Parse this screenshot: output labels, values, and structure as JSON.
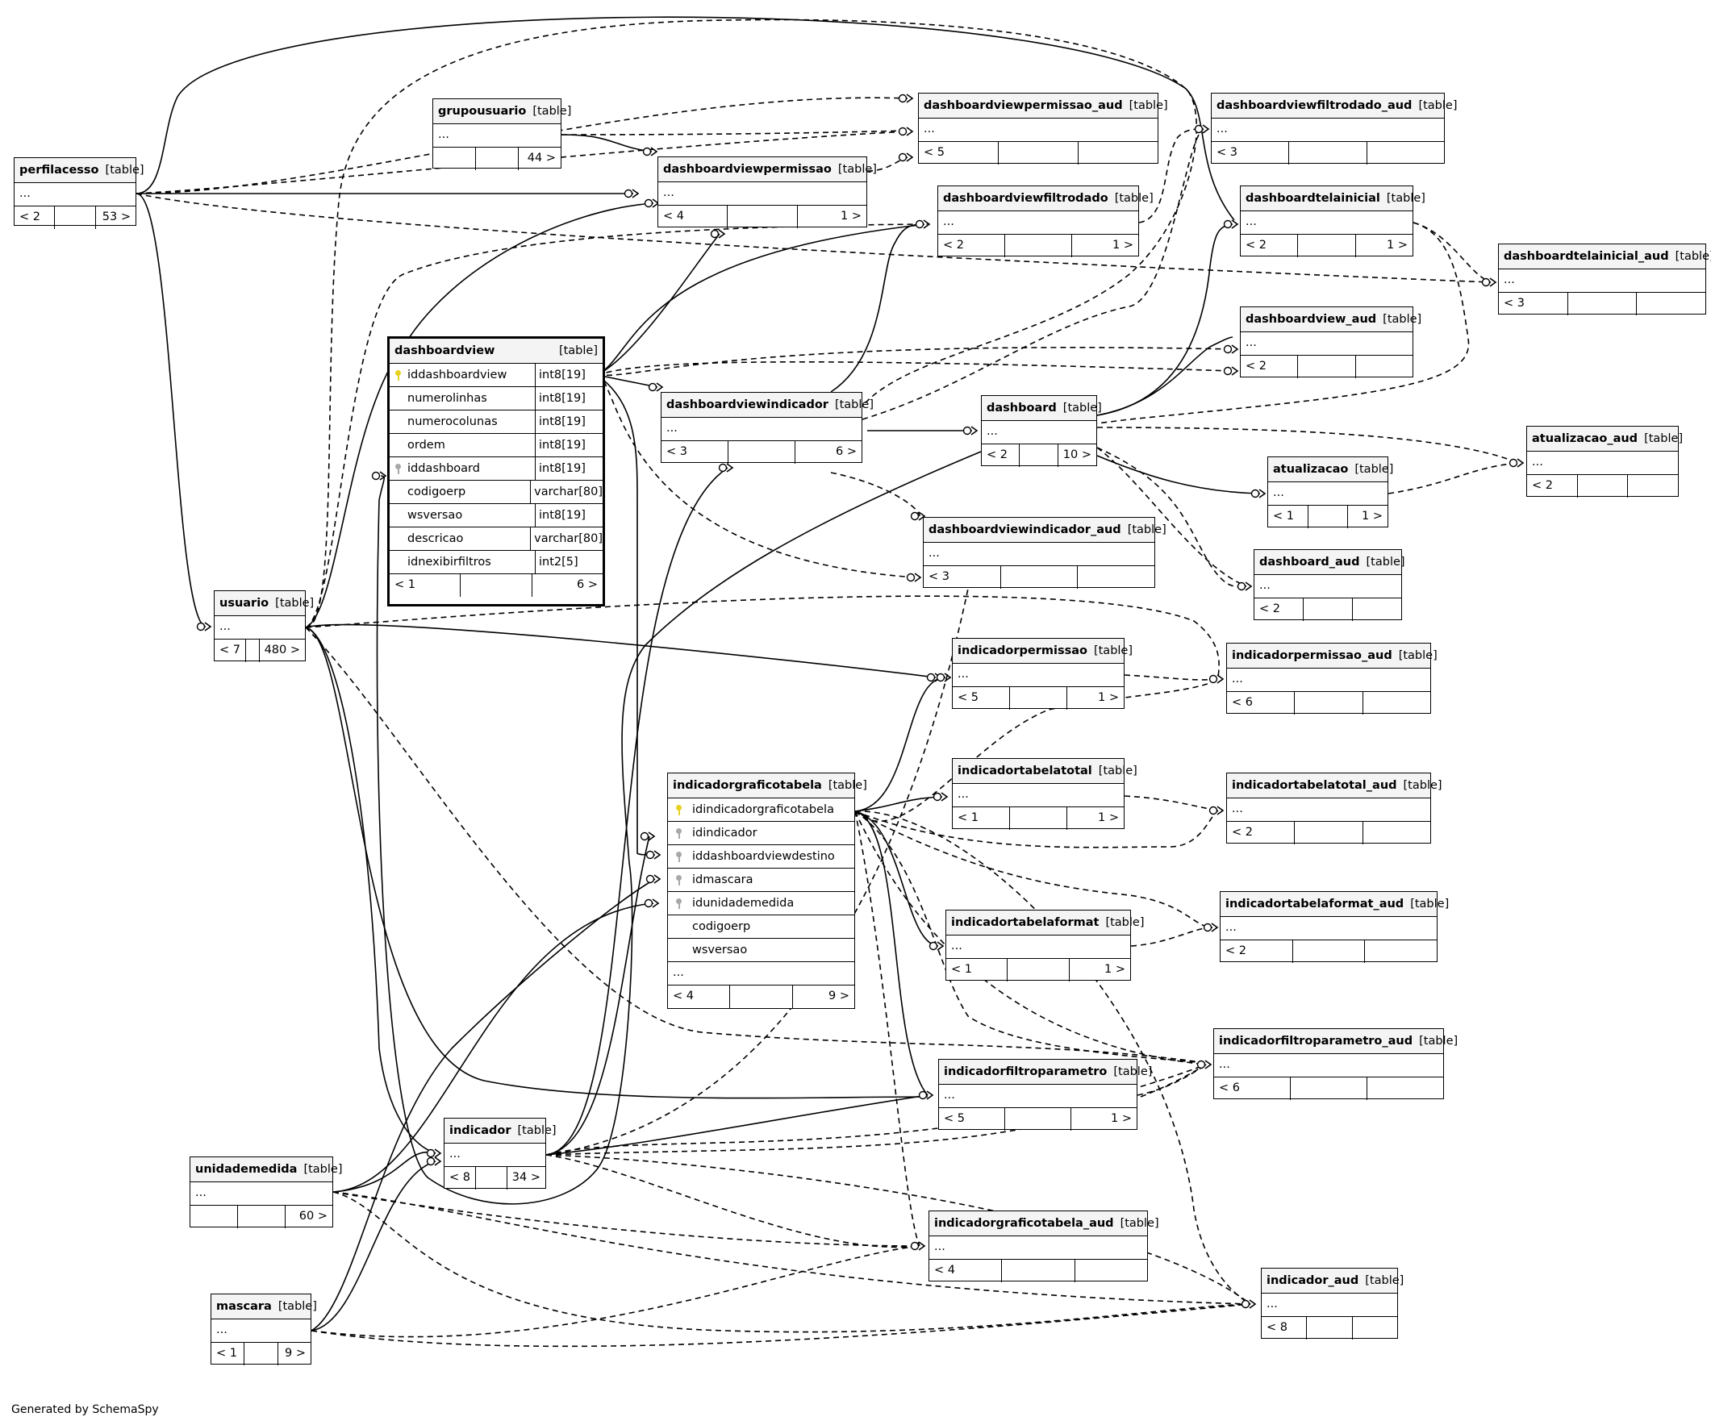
{
  "footer": "Generated by SchemaSpy",
  "tables": {
    "perfilacesso": {
      "name": "perfilacesso",
      "kind": "[table]",
      "ellipsis": "...",
      "footer": [
        "< 2",
        "",
        "53 >"
      ]
    },
    "grupousuario": {
      "name": "grupousuario",
      "kind": "[table]",
      "ellipsis": "...",
      "footer": [
        "",
        "",
        "44 >"
      ]
    },
    "dashboardviewpermissao": {
      "name": "dashboardviewpermissao",
      "kind": "[table]",
      "ellipsis": "...",
      "footer": [
        "< 4",
        "",
        "1 >"
      ]
    },
    "dashboardviewpermissao_aud": {
      "name": "dashboardviewpermissao_aud",
      "kind": "[table]",
      "ellipsis": "...",
      "footer": [
        "< 5",
        "",
        ""
      ]
    },
    "dashboardviewfiltrodado": {
      "name": "dashboardviewfiltrodado",
      "kind": "[table]",
      "ellipsis": "...",
      "footer": [
        "< 2",
        "",
        "1 >"
      ]
    },
    "dashboardviewfiltrodado_aud": {
      "name": "dashboardviewfiltrodado_aud",
      "kind": "[table]",
      "ellipsis": "...",
      "footer": [
        "< 3",
        "",
        ""
      ]
    },
    "dashboardtelainicial": {
      "name": "dashboardtelainicial",
      "kind": "[table]",
      "ellipsis": "...",
      "footer": [
        "< 2",
        "",
        "1 >"
      ]
    },
    "dashboardtelainicial_aud": {
      "name": "dashboardtelainicial_aud",
      "kind": "[table]",
      "ellipsis": "...",
      "footer": [
        "< 3",
        "",
        ""
      ]
    },
    "dashboardview_aud": {
      "name": "dashboardview_aud",
      "kind": "[table]",
      "ellipsis": "...",
      "footer": [
        "< 2",
        "",
        ""
      ]
    },
    "dashboardview": {
      "name": "dashboardview",
      "kind": "[table]",
      "columns": [
        {
          "name": "iddashboardview",
          "type": "int8[19]",
          "key": "pk"
        },
        {
          "name": "numerolinhas",
          "type": "int8[19]",
          "key": ""
        },
        {
          "name": "numerocolunas",
          "type": "int8[19]",
          "key": ""
        },
        {
          "name": "ordem",
          "type": "int8[19]",
          "key": ""
        },
        {
          "name": "iddashboard",
          "type": "int8[19]",
          "key": "fk"
        },
        {
          "name": "codigoerp",
          "type": "varchar[80]",
          "key": ""
        },
        {
          "name": "wsversao",
          "type": "int8[19]",
          "key": ""
        },
        {
          "name": "descricao",
          "type": "varchar[80]",
          "key": ""
        },
        {
          "name": "idnexibirfiltros",
          "type": "int2[5]",
          "key": ""
        }
      ],
      "footer": [
        "< 1",
        "",
        "6 >"
      ]
    },
    "dashboardviewindicador": {
      "name": "dashboardviewindicador",
      "kind": "[table]",
      "ellipsis": "...",
      "footer": [
        "< 3",
        "",
        "6 >"
      ]
    },
    "dashboard": {
      "name": "dashboard",
      "kind": "[table]",
      "ellipsis": "...",
      "footer": [
        "< 2",
        "",
        "10 >"
      ]
    },
    "atualizacao_aud": {
      "name": "atualizacao_aud",
      "kind": "[table]",
      "ellipsis": "...",
      "footer": [
        "< 2",
        "",
        ""
      ]
    },
    "atualizacao": {
      "name": "atualizacao",
      "kind": "[table]",
      "ellipsis": "...",
      "footer": [
        "< 1",
        "",
        "1 >"
      ]
    },
    "dashboardviewindicador_aud": {
      "name": "dashboardviewindicador_aud",
      "kind": "[table]",
      "ellipsis": "...",
      "footer": [
        "< 3",
        "",
        ""
      ]
    },
    "dashboard_aud": {
      "name": "dashboard_aud",
      "kind": "[table]",
      "ellipsis": "...",
      "footer": [
        "< 2",
        "",
        ""
      ]
    },
    "usuario": {
      "name": "usuario",
      "kind": "[table]",
      "ellipsis": "...",
      "footer": [
        "< 7",
        "",
        "480 >"
      ]
    },
    "indicadorpermissao": {
      "name": "indicadorpermissao",
      "kind": "[table]",
      "ellipsis": "...",
      "footer": [
        "< 5",
        "",
        "1 >"
      ]
    },
    "indicadorpermissao_aud": {
      "name": "indicadorpermissao_aud",
      "kind": "[table]",
      "ellipsis": "...",
      "footer": [
        "< 6",
        "",
        ""
      ]
    },
    "indicadortabelatotal": {
      "name": "indicadortabelatotal",
      "kind": "[table]",
      "ellipsis": "...",
      "footer": [
        "< 1",
        "",
        "1 >"
      ]
    },
    "indicadortabelatotal_aud": {
      "name": "indicadortabelatotal_aud",
      "kind": "[table]",
      "ellipsis": "...",
      "footer": [
        "< 2",
        "",
        ""
      ]
    },
    "indicadorgraficotabela": {
      "name": "indicadorgraficotabela",
      "kind": "[table]",
      "columns": [
        {
          "name": "idindicadorgraficotabela",
          "key": "pk"
        },
        {
          "name": "idindicador",
          "key": "fk"
        },
        {
          "name": "iddashboardviewdestino",
          "key": "fk"
        },
        {
          "name": "idmascara",
          "key": "fk"
        },
        {
          "name": "idunidademedida",
          "key": "fk"
        },
        {
          "name": "codigoerp",
          "key": ""
        },
        {
          "name": "wsversao",
          "key": ""
        }
      ],
      "ellipsis": "...",
      "footer": [
        "< 4",
        "",
        "9 >"
      ]
    },
    "indicadortabelaformat": {
      "name": "indicadortabelaformat",
      "kind": "[table]",
      "ellipsis": "...",
      "footer": [
        "< 1",
        "",
        "1 >"
      ]
    },
    "indicadortabelaformat_aud": {
      "name": "indicadortabelaformat_aud",
      "kind": "[table]",
      "ellipsis": "...",
      "footer": [
        "< 2",
        "",
        ""
      ]
    },
    "indicadorfiltroparametro_aud": {
      "name": "indicadorfiltroparametro_aud",
      "kind": "[table]",
      "ellipsis": "...",
      "footer": [
        "< 6",
        "",
        ""
      ]
    },
    "indicadorfiltroparametro": {
      "name": "indicadorfiltroparametro",
      "kind": "[table]",
      "ellipsis": "...",
      "footer": [
        "< 5",
        "",
        "1 >"
      ]
    },
    "indicador": {
      "name": "indicador",
      "kind": "[table]",
      "ellipsis": "...",
      "footer": [
        "< 8",
        "",
        "34 >"
      ]
    },
    "unidademedida": {
      "name": "unidademedida",
      "kind": "[table]",
      "ellipsis": "...",
      "footer": [
        "",
        "",
        "60 >"
      ]
    },
    "indicadorgraficotabela_aud": {
      "name": "indicadorgraficotabela_aud",
      "kind": "[table]",
      "ellipsis": "...",
      "footer": [
        "< 4",
        "",
        ""
      ]
    },
    "mascara": {
      "name": "mascara",
      "kind": "[table]",
      "ellipsis": "...",
      "footer": [
        "< 1",
        "",
        "9 >"
      ]
    },
    "indicador_aud": {
      "name": "indicador_aud",
      "kind": "[table]",
      "ellipsis": "...",
      "footer": [
        "< 8",
        "",
        ""
      ]
    }
  }
}
